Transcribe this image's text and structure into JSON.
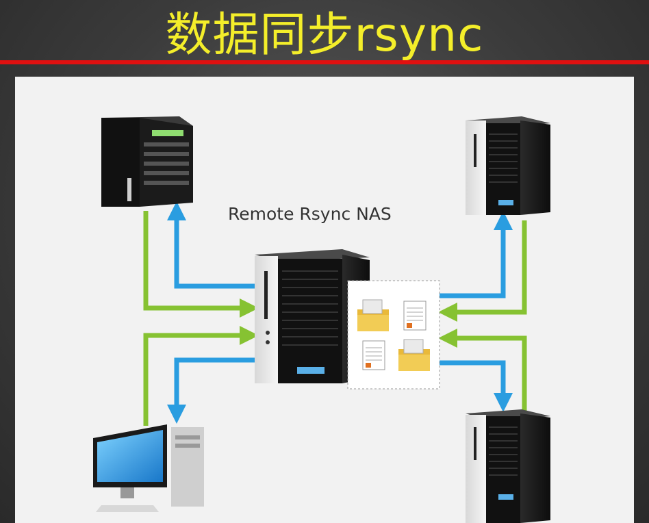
{
  "title": "数据同步rsync",
  "diagram": {
    "center_label": "Remote Rsync NAS",
    "nodes": [
      {
        "name": "nas-top-left",
        "icon": "nas-4bay-icon"
      },
      {
        "name": "server-top-right",
        "icon": "tower-server-icon"
      },
      {
        "name": "server-center",
        "icon": "tower-server-icon"
      },
      {
        "name": "desktop-bottom-left",
        "icon": "desktop-pc-icon"
      },
      {
        "name": "server-bottom-right",
        "icon": "tower-server-icon"
      }
    ],
    "colors": {
      "title": "#f4ee2a",
      "rule": "#e01010",
      "arrow_blue": "#2a9de0",
      "arrow_green": "#86c232"
    }
  }
}
